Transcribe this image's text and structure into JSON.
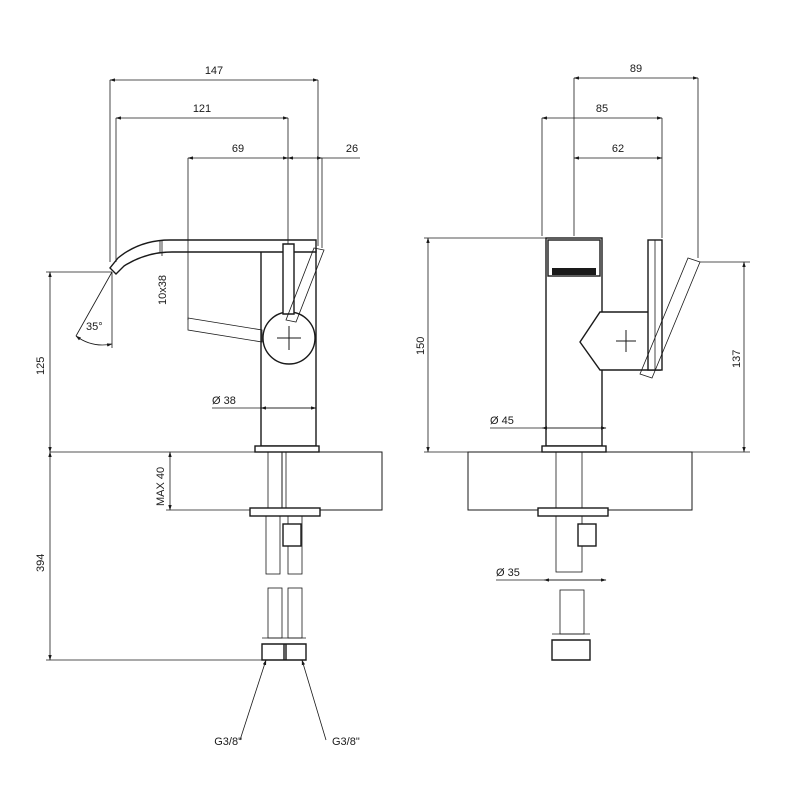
{
  "drawing": {
    "line_color": "#1a1a1a",
    "background": "#ffffff",
    "side_view": {
      "dim_147": "147",
      "dim_121": "121",
      "dim_69": "69",
      "dim_26": "26",
      "dim_10x38": "10x38",
      "angle_35": "35°",
      "dim_125": "125",
      "dim_dia38": "Ø 38",
      "dim_max40": "MAX 40",
      "dim_394": "394",
      "conn_left": "G3/8\"",
      "conn_right": "G3/8\""
    },
    "front_view": {
      "dim_89": "89",
      "dim_85": "85",
      "dim_62": "62",
      "dim_150": "150",
      "dim_137": "137",
      "dim_dia45": "Ø 45",
      "dim_dia35": "Ø 35"
    }
  }
}
